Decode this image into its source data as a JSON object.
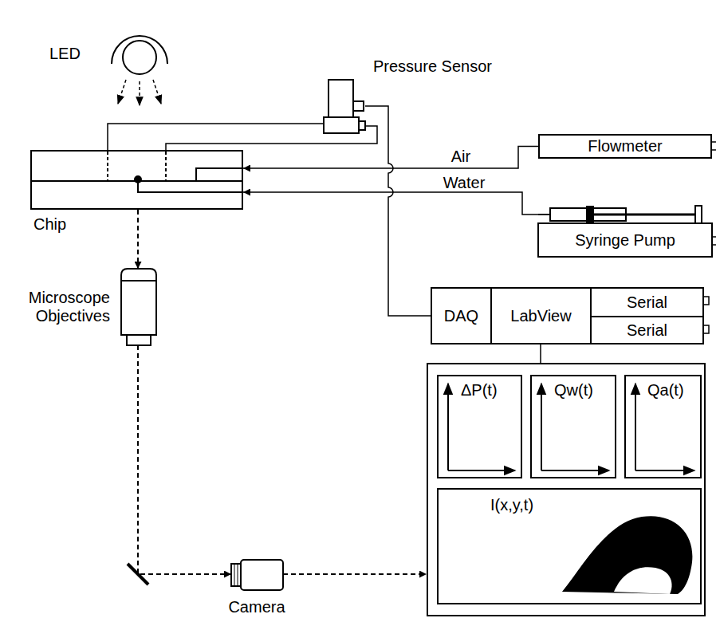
{
  "diagram": {
    "nodes": [
      {
        "text": [
          "Pressure Sensor"
        ]
      },
      {
        "text": [
          "Chip"
        ]
      },
      {
        "text": [
          "Flowmeter"
        ]
      },
      {
        "text": [
          "Syringe Pump"
        ]
      },
      {
        "text": [
          "Microscope Objectives"
        ]
      },
      {
        "text": [
          "Camera"
        ]
      },
      {
        "text": [
          "DAQ"
        ]
      },
      {
        "text": [
          "LabView"
        ]
      },
      {
        "text": [
          "Serial"
        ]
      },
      {
        "text": [
          "Serial"
        ]
      },
      {
        "text": []
      },
      {
        "text": [
          "ΔP(t)"
        ],
        "in": 10
      },
      {
        "text": [
          "Qw(t)"
        ],
        "in": 10
      },
      {
        "text": [
          "Qa(t)"
        ],
        "in": 10
      },
      {
        "text": [
          "I(x,y,t)"
        ],
        "in": 10
      }
    ],
    "edges": [
      {
        "from": 2,
        "to": 1,
        "label": "Air",
        "arrow": "to"
      },
      {
        "from": 3,
        "to": 1,
        "label": "Water",
        "arrow": "to"
      },
      {
        "from": 1,
        "to": 0,
        "arrow": "none"
      },
      {
        "from": 1,
        "to": 0,
        "arrow": "none"
      },
      {
        "from": 0,
        "to": 6,
        "arrow": "none"
      },
      {
        "from": 1,
        "to": 4,
        "arrow": "to"
      },
      {
        "from": 4,
        "to": 5,
        "arrow": "to"
      },
      {
        "from": 5,
        "to": 10,
        "arrow": "to"
      },
      {
        "from": 7,
        "to": 10,
        "arrow": "none"
      }
    ],
    "labels": [
      "LED"
    ]
  }
}
